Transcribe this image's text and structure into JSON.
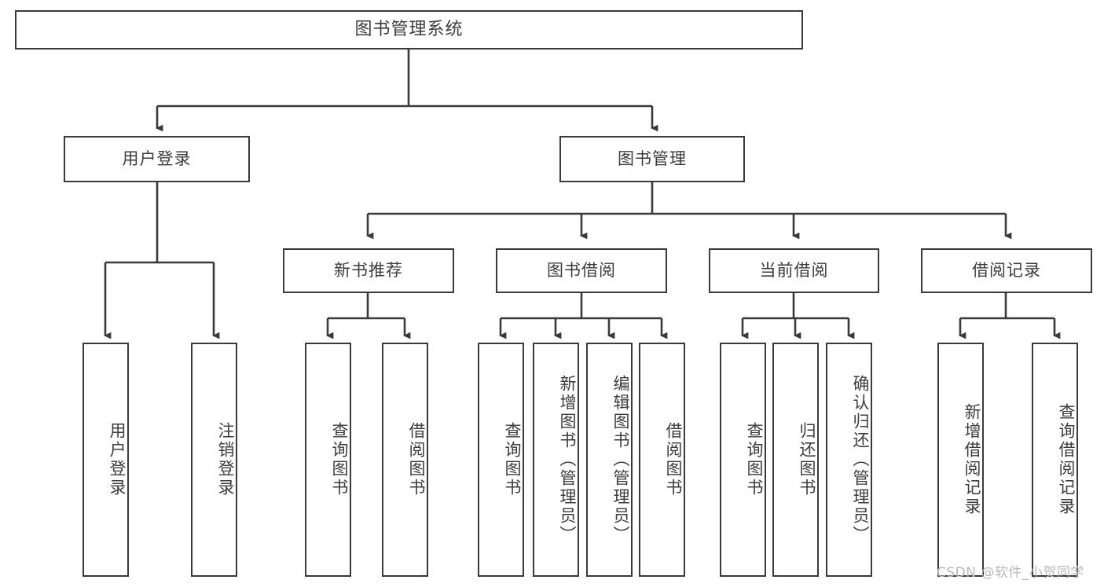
{
  "diagram": {
    "title": "图书管理系统",
    "type": "tree-hierarchy",
    "watermark": "CSDN @软件_小贺同学",
    "colors": {
      "stroke": "#3a3a3a",
      "text": "#3c3c3c",
      "background": "#ffffff",
      "watermark": "#b9b9b9"
    }
  },
  "nodes": {
    "root": {
      "label": "图书管理系统"
    },
    "level1": [
      {
        "id": "user-login",
        "label": "用户登录"
      },
      {
        "id": "book-manage",
        "label": "图书管理"
      }
    ],
    "level2": [
      {
        "id": "new-book-recommend",
        "label": "新书推荐"
      },
      {
        "id": "book-borrow",
        "label": "图书借阅"
      },
      {
        "id": "current-borrow",
        "label": "当前借阅"
      },
      {
        "id": "borrow-record",
        "label": "借阅记录"
      }
    ],
    "leaves": {
      "user-login": [
        {
          "id": "leaf-user-login",
          "label": "用户登录"
        },
        {
          "id": "leaf-logout-login",
          "label": "注销登录"
        }
      ],
      "new-book-recommend": [
        {
          "id": "leaf-query-book-1",
          "label": "查询图书"
        },
        {
          "id": "leaf-borrow-book-1",
          "label": "借阅图书"
        }
      ],
      "book-borrow": [
        {
          "id": "leaf-query-book-2",
          "label": "查询图书"
        },
        {
          "id": "leaf-add-book",
          "label": "新增图书（管理员）"
        },
        {
          "id": "leaf-edit-book",
          "label": "编辑图书（管理员）"
        },
        {
          "id": "leaf-borrow-book-2",
          "label": "借阅图书"
        }
      ],
      "current-borrow": [
        {
          "id": "leaf-query-book-3",
          "label": "查询图书"
        },
        {
          "id": "leaf-return-book",
          "label": "归还图书"
        },
        {
          "id": "leaf-confirm-return",
          "label": "确认归还（管理员）"
        }
      ],
      "borrow-record": [
        {
          "id": "leaf-add-record",
          "label": "新增借阅记录"
        },
        {
          "id": "leaf-query-record",
          "label": "查询借阅记录"
        }
      ]
    }
  }
}
